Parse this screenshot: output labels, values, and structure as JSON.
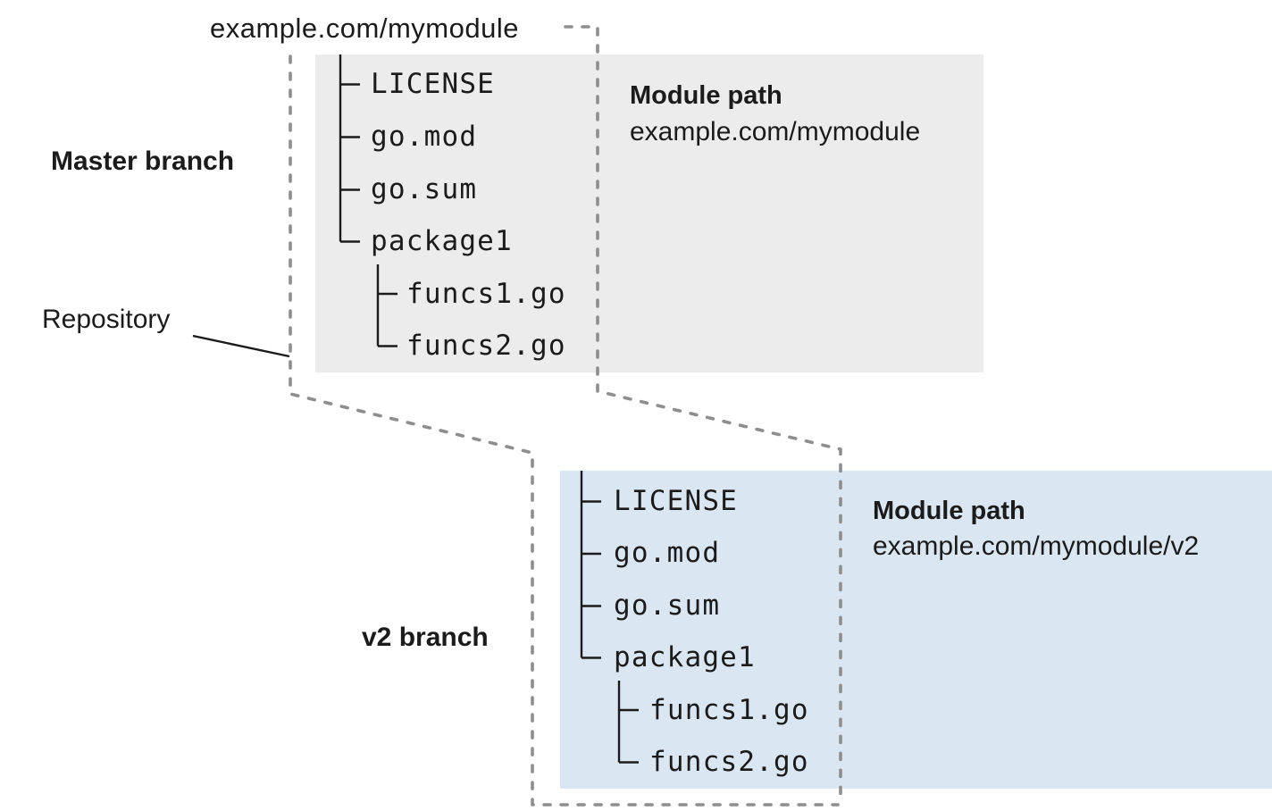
{
  "repository": {
    "url_label": "example.com/mymodule",
    "label": "Repository"
  },
  "master": {
    "branch_label": "Master branch",
    "module_path_label": "Module path",
    "module_path": "example.com/mymodule",
    "tree": [
      "LICENSE",
      "go.mod",
      "go.sum",
      "package1",
      "funcs1.go",
      "funcs2.go"
    ]
  },
  "v2": {
    "branch_label": "v2 branch",
    "module_path_label": "Module path",
    "module_path": "example.com/mymodule/v2",
    "tree": [
      "LICENSE",
      "go.mod",
      "go.sum",
      "package1",
      "funcs1.go",
      "funcs2.go"
    ]
  },
  "colors": {
    "master-box-bg": "#ececec",
    "v2-box-bg": "#dbe6f3",
    "dash": "#8e8e8e",
    "line": "#1b1b1b",
    "text": "#1b1b1b"
  }
}
